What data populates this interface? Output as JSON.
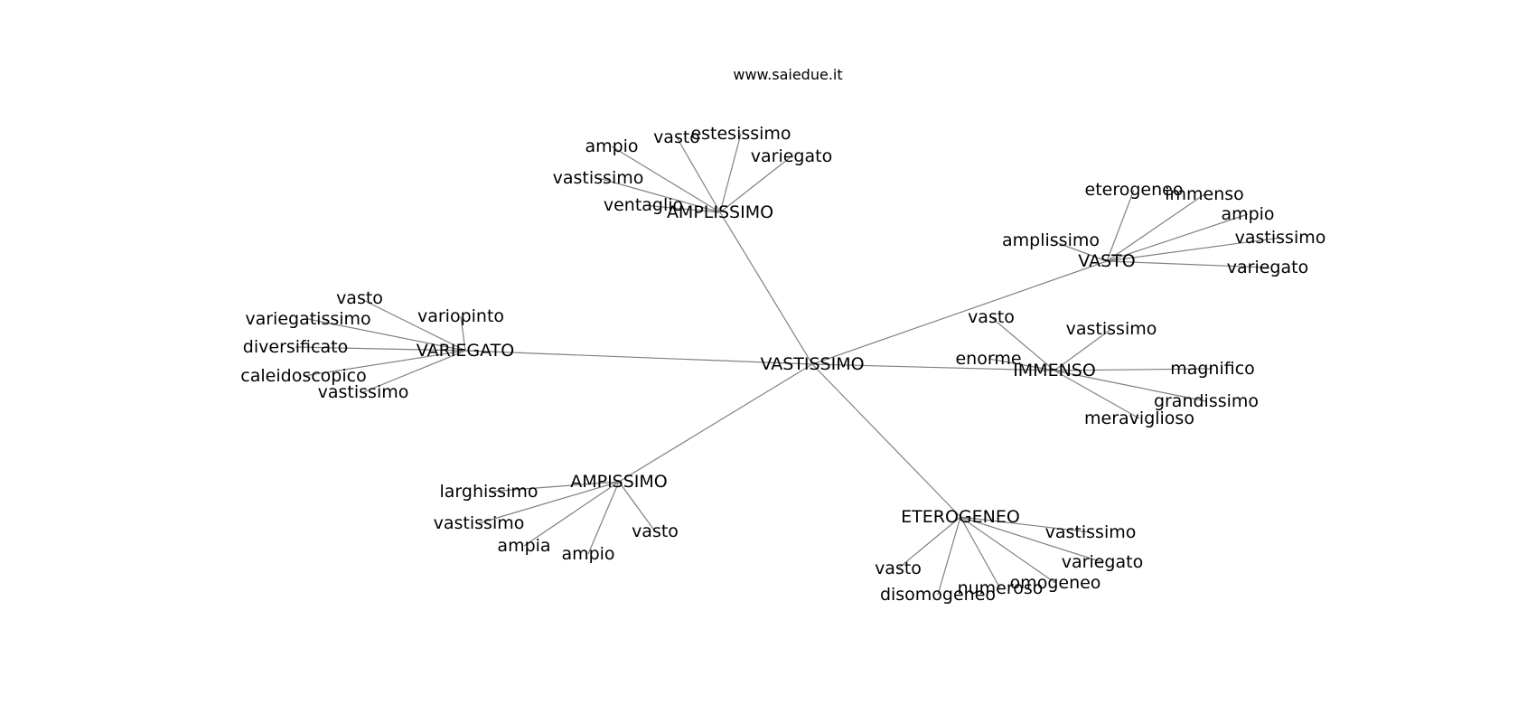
{
  "watermark": "www.saiedue.it",
  "colors": {
    "edge": "#808080",
    "text": "#000000",
    "background": "#ffffff"
  },
  "graph": {
    "center": "VASTISSIMO",
    "hubs": [
      {
        "id": "amplissimo",
        "label": "AMPLISSIMO",
        "children": [
          "ampio",
          "vasto",
          "estesissimo",
          "variegato",
          "vastissimo",
          "ventaglio"
        ]
      },
      {
        "id": "vasto",
        "label": "VASTO",
        "children": [
          "eterogeneo",
          "immenso",
          "ampio",
          "vastissimo",
          "variegato",
          "amplissimo"
        ]
      },
      {
        "id": "immenso",
        "label": "IMMENSO",
        "children": [
          "vasto",
          "vastissimo",
          "enorme",
          "magnifico",
          "grandissimo",
          "meraviglioso"
        ]
      },
      {
        "id": "eterogeneo",
        "label": "ETEROGENEO",
        "children": [
          "vastissimo",
          "variegato",
          "omogeneo",
          "numeroso",
          "disomogeneo",
          "vasto"
        ]
      },
      {
        "id": "ampissimo",
        "label": "AMPISSIMO",
        "children": [
          "larghissimo",
          "vastissimo",
          "ampia",
          "ampio",
          "vasto"
        ]
      },
      {
        "id": "variegato",
        "label": "VARIEGATO",
        "children": [
          "vasto",
          "variopinto",
          "variegatissimo",
          "diversificato",
          "caleidoscopico",
          "vastissimo"
        ]
      }
    ]
  }
}
